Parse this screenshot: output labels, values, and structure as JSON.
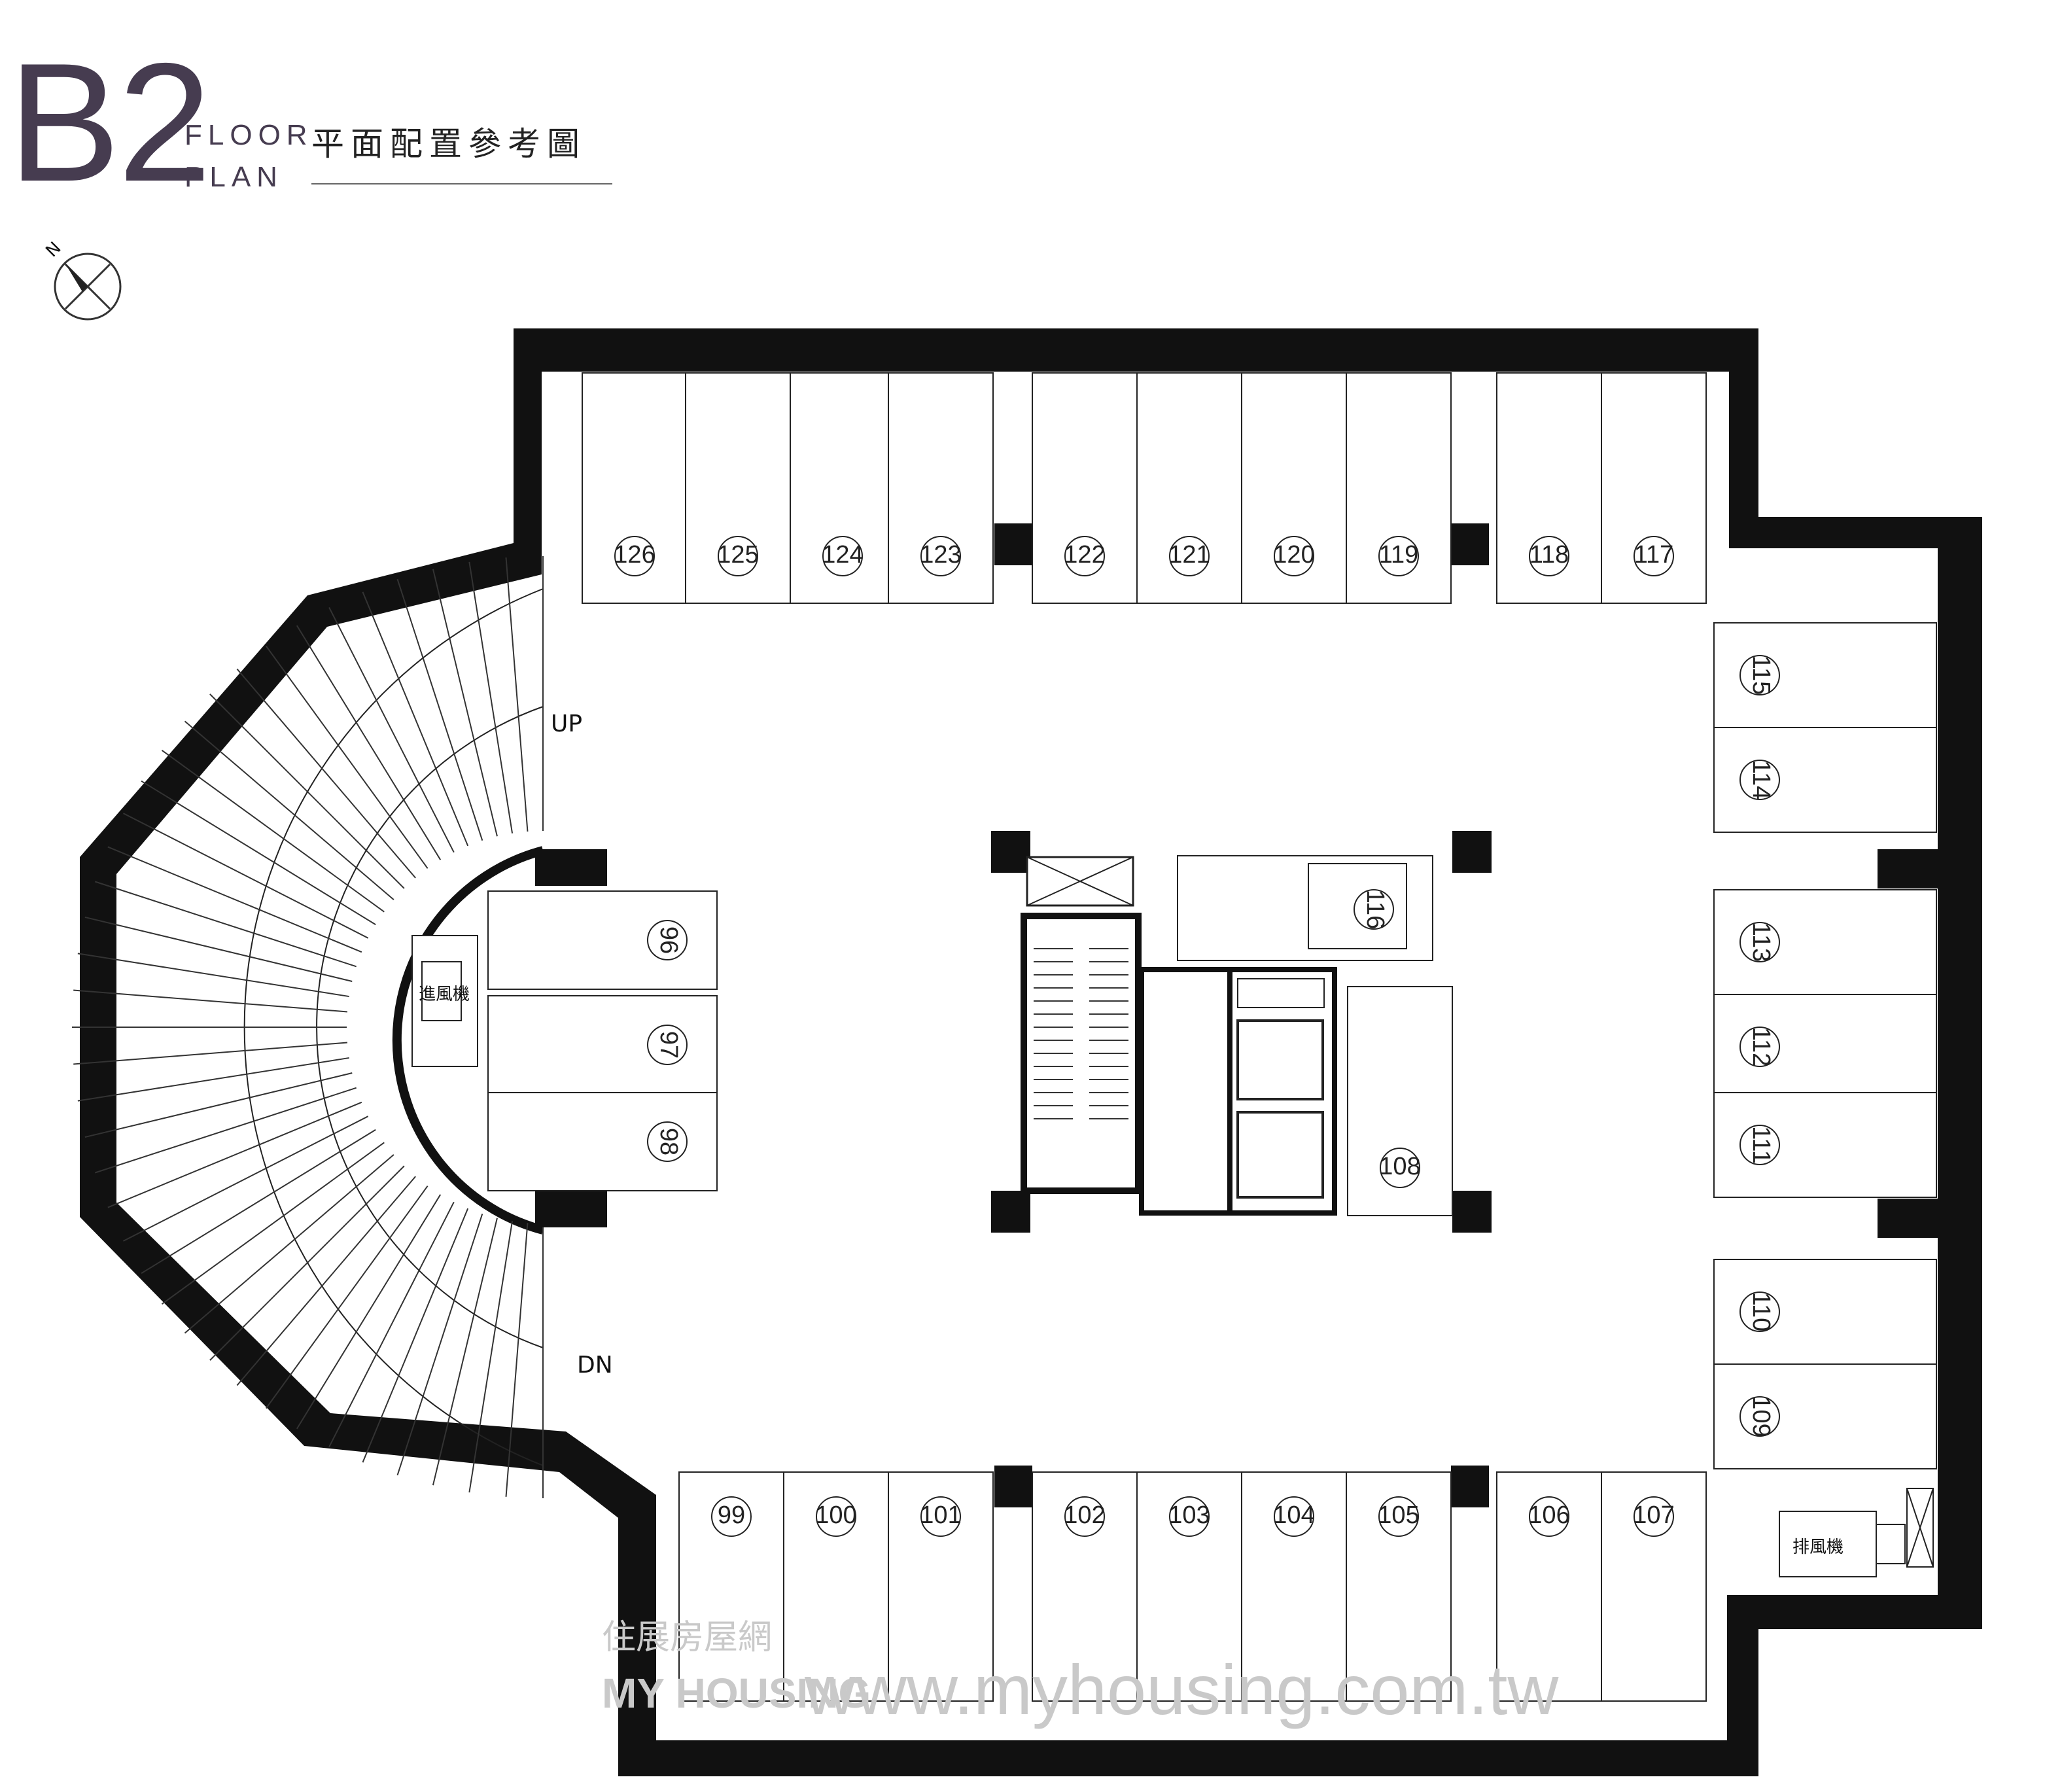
{
  "header": {
    "level": "B2",
    "floor_word": "FLOOR",
    "plan_word": "PLAN",
    "title": "平面配置參考圖"
  },
  "compass": {
    "north_label": "N"
  },
  "ramp": {
    "up_label": "UP",
    "down_label": "DN"
  },
  "equipment": {
    "intake_fan": "進風機",
    "exhaust_fan": "排風機"
  },
  "parking_spaces": {
    "top_row": [
      "126",
      "125",
      "124",
      "123",
      "122",
      "121",
      "120",
      "119",
      "118",
      "117"
    ],
    "bottom_row": [
      "99",
      "100",
      "101",
      "102",
      "103",
      "104",
      "105",
      "106",
      "107"
    ],
    "right_column": [
      "115",
      "114",
      "113",
      "112",
      "111",
      "110",
      "109"
    ],
    "left_block": [
      "96",
      "97",
      "98"
    ],
    "center": [
      "116",
      "108"
    ]
  },
  "watermark": {
    "brand_cn": "住展房屋網",
    "brand_en": "MY HOUSING",
    "url": "www.myhousing.com.tw"
  },
  "colors": {
    "wall": "#111111",
    "header_text": "#463c50",
    "watermark": "#c9c9c9"
  }
}
